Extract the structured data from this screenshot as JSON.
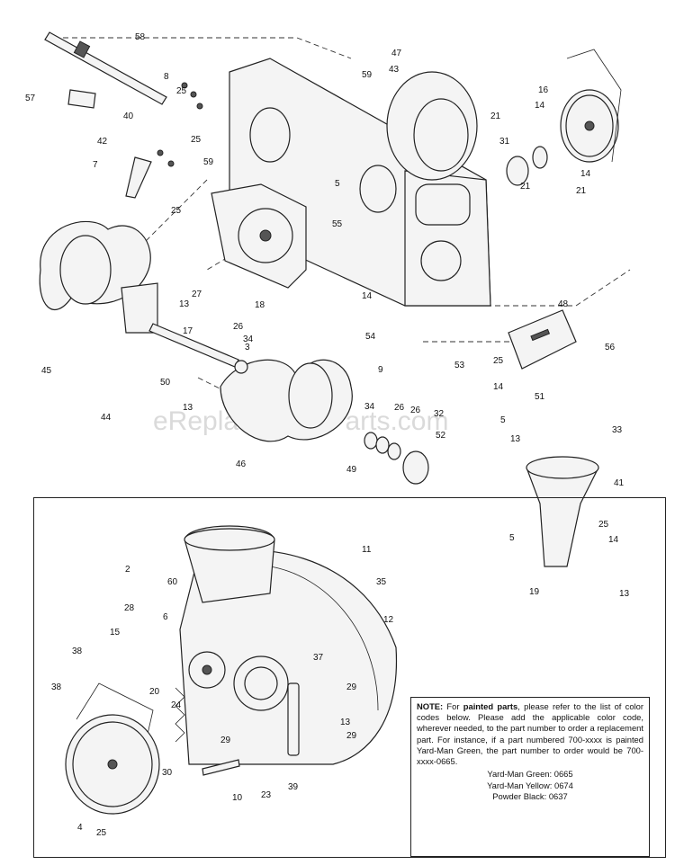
{
  "watermark": "eReplacementParts.com",
  "upper_labels": [
    "58",
    "57",
    "8",
    "25",
    "40",
    "42",
    "7",
    "59",
    "25",
    "25",
    "59",
    "47",
    "43",
    "5",
    "55",
    "16",
    "14",
    "21",
    "31",
    "21",
    "14",
    "21",
    "45",
    "27",
    "13",
    "18",
    "3",
    "26",
    "14",
    "17",
    "26",
    "34",
    "54",
    "48",
    "50",
    "9",
    "53",
    "25",
    "56",
    "14",
    "51",
    "44",
    "13",
    "46",
    "34",
    "26",
    "32",
    "52",
    "49",
    "5",
    "33",
    "13",
    "41",
    "5",
    "25",
    "14",
    "19",
    "13"
  ],
  "inset_labels": [
    "11",
    "2",
    "60",
    "35",
    "28",
    "6",
    "12",
    "15",
    "37",
    "38",
    "38",
    "29",
    "20",
    "24",
    "29",
    "13",
    "30",
    "29",
    "39",
    "10",
    "23",
    "4",
    "25"
  ],
  "note": {
    "heading": "NOTE:",
    "lead": " For ",
    "bold_phrase": "painted parts",
    "body": ", please refer to the list of color codes below.  Please add the applicable color code, wherever needed, to the part number to order a replacement part.  For instance, if a part numbered 700-xxxx is painted Yard-Man Green, the part number to order would be 700-xxxx-0665.",
    "codes": [
      "Yard-Man Green: 0665",
      "Yard-Man Yellow: 0674",
      "Powder Black: 0637"
    ]
  }
}
